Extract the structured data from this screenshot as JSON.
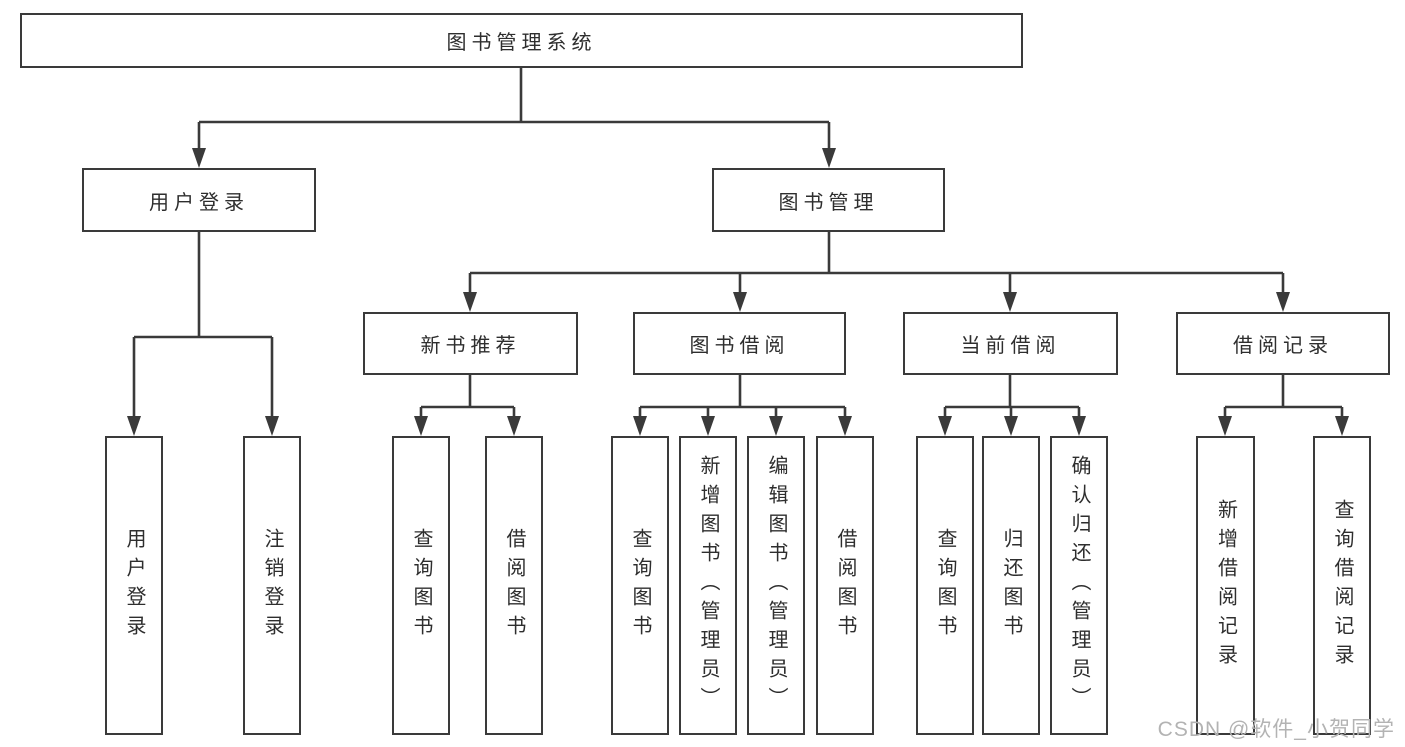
{
  "watermark": "CSDN @软件_小贺同学",
  "colors": {
    "line": "#3a3a3a",
    "text": "#2e2e2e",
    "watermark": "#b3b3b3",
    "background": "#ffffff"
  },
  "tree": {
    "root": {
      "label": "图书管理系统"
    },
    "branches": [
      {
        "label": "用户登录",
        "children": [
          {
            "label": "用户登录"
          },
          {
            "label": "注销登录"
          }
        ]
      },
      {
        "label": "图书管理",
        "children": [
          {
            "label": "新书推荐",
            "children": [
              {
                "label": "查询图书"
              },
              {
                "label": "借阅图书"
              }
            ]
          },
          {
            "label": "图书借阅",
            "children": [
              {
                "label": "查询图书"
              },
              {
                "label": "新增图书（管理员）"
              },
              {
                "label": "编辑图书（管理员）"
              },
              {
                "label": "借阅图书"
              }
            ]
          },
          {
            "label": "当前借阅",
            "children": [
              {
                "label": "查询图书"
              },
              {
                "label": "归还图书"
              },
              {
                "label": "确认归还（管理员）"
              }
            ]
          },
          {
            "label": "借阅记录",
            "children": [
              {
                "label": "新增借阅记录"
              },
              {
                "label": "查询借阅记录"
              }
            ]
          }
        ]
      }
    ]
  }
}
